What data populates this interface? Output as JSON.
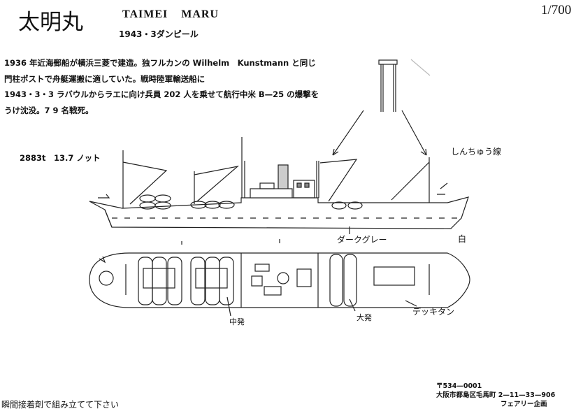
{
  "header": {
    "title_jp": "太明丸",
    "title_en": "TAIMEI MARU",
    "subtitle": "1943・3ダンピール",
    "scale": "1/700"
  },
  "description": [
    "1936 年近海郵船が横浜三菱で建造。独フルカンの Wilhelm　Kunstmann と同じ",
    "門柱ポストで舟艇運搬に適していた。戦時陸軍輸送船に",
    "1943・3・3 ラバウルからラエに向け兵員 202 人を乗せて航行中米 B—25 の爆撃を",
    "うけ沈没。7 9 名戦死。"
  ],
  "specs": "2883t　13.7 ノット",
  "labels": {
    "brass_line": "しんちゅう線",
    "dark_gray": "ダークグレー",
    "white": "白",
    "chuhatsu": "中発",
    "daihatsu": "大発",
    "deck_tan": "デッキタン"
  },
  "footer": {
    "note": "瞬間接着剤で組み立てて下さい",
    "postal": "〒534—0001",
    "address": "大阪市都島区毛馬町 2—11—33—906",
    "company": "フェアリー企画"
  }
}
